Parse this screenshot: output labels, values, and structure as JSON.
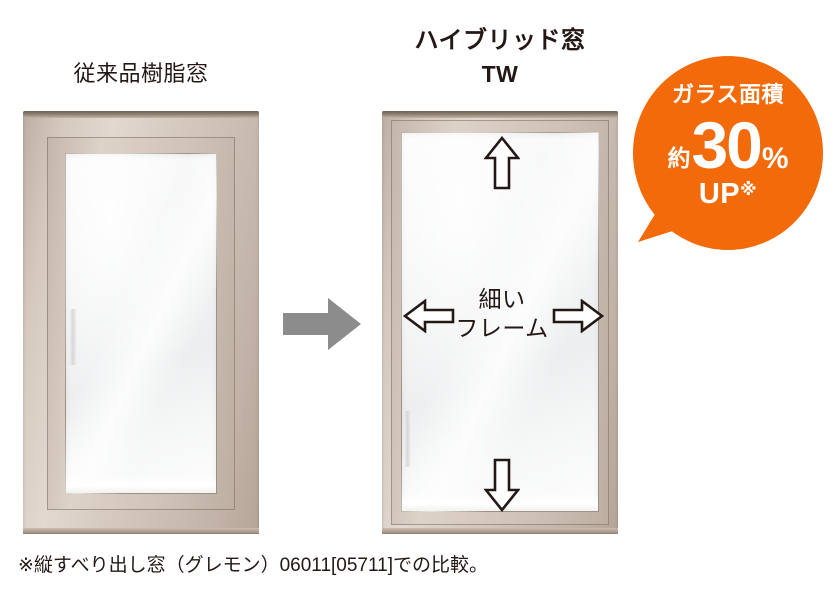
{
  "panels": {
    "left": {
      "title": "従来品樹脂窓",
      "window_name": "conventional-resin-window"
    },
    "right": {
      "title_line1": "ハイブリッド窓",
      "title_line2": "TW",
      "window_name": "hybrid-window-tw",
      "frame_label_line1": "細い",
      "frame_label_line2": "フレーム",
      "arrows": {
        "up": "arrow-up",
        "down": "arrow-down",
        "left": "arrow-left",
        "right": "arrow-right"
      }
    }
  },
  "transition": {
    "icon": "right-arrow-icon",
    "color": "#8C8C8C"
  },
  "badge": {
    "heading": "ガラス面積",
    "approx": "約",
    "number": "30",
    "percent": "%",
    "up": "UP",
    "up_mark": "※",
    "color": "#F36A0A",
    "text_color": "#FFFFFF"
  },
  "footnote": {
    "text": "※縦すべり出し窓（グレモン）06011[05711]での比較。"
  },
  "colors": {
    "frame_beige": "#CFC2B7",
    "frame_dark": "#7E6F63",
    "glass": "#F3F4F4",
    "text": "#231815",
    "background": "#FFFFFF"
  }
}
